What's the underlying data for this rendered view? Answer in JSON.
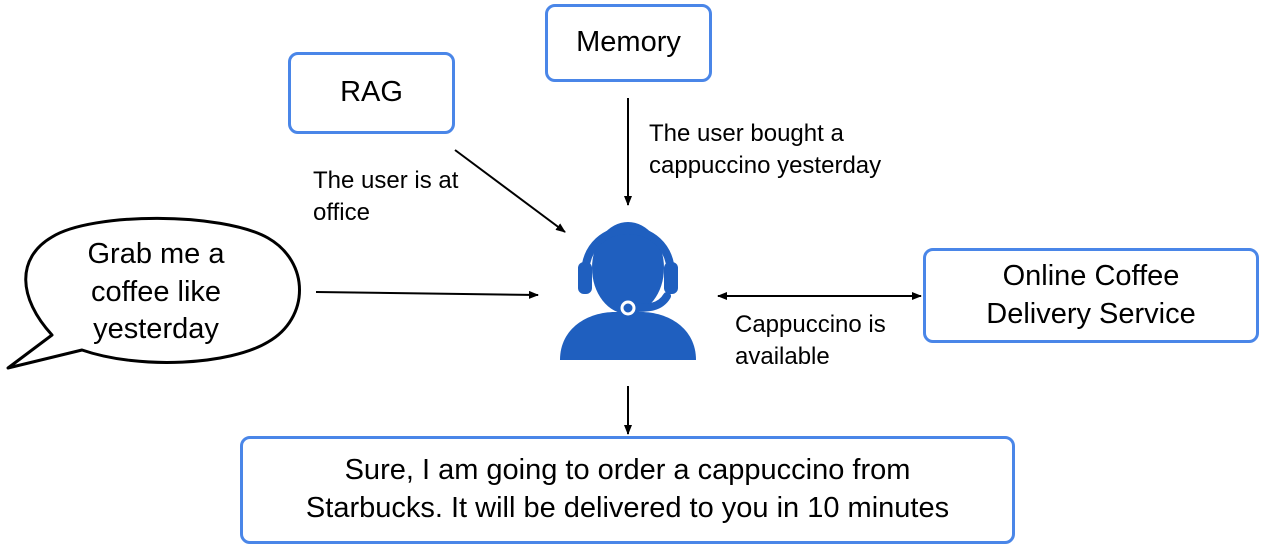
{
  "nodes": {
    "memory": "Memory",
    "rag": "RAG",
    "delivery": "Online Coffee\nDelivery Service",
    "response": "Sure, I am going to order a cappuccino from\nStarbucks. It will be delivered to you in 10 minutes"
  },
  "user_request": "Grab me a\ncoffee like\nyesterday",
  "edge_labels": {
    "rag": "The user is at\noffice",
    "memory": "The user bought a\ncappuccino yesterday",
    "delivery": "Cappuccino is\navailable"
  },
  "agent_icon": "headset-agent-icon",
  "colors": {
    "box_border": "#4A86E8",
    "agent_icon": "#1F5FBF",
    "arrows": "#000000"
  }
}
